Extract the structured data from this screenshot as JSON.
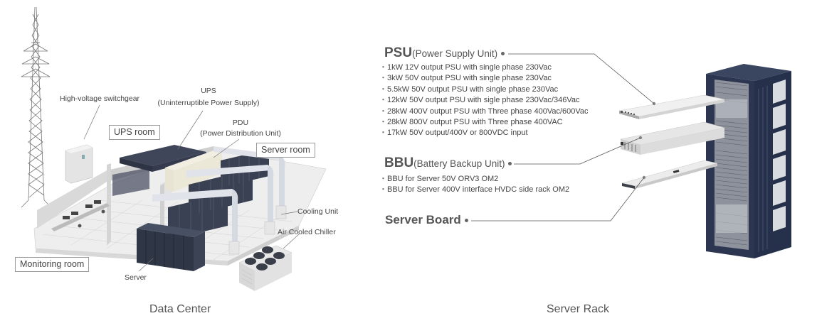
{
  "left_panel": {
    "caption": "Data Center",
    "labels": {
      "switchgear": "High-voltage switchgear",
      "ups_title": "UPS",
      "ups_sub": "(Uninterruptible Power Supply)",
      "pdu_title": "PDU",
      "pdu_sub": "(Power Distribution Unit)",
      "cooling_unit": "Cooling Unit",
      "air_chiller": "Air Cooled Chiller",
      "server": "Server"
    },
    "rooms": {
      "ups_room": "UPS room",
      "server_room": "Server room",
      "monitoring_room": "Monitoring room"
    }
  },
  "right_panel": {
    "caption": "Server Rack",
    "psu": {
      "title": "PSU",
      "subtitle": "(Power Supply Unit)",
      "items": [
        "1kW 12V output PSU with single phase 230Vac",
        "3kW 50V output PSU with single phase 230Vac",
        "5.5kW 50V output PSU with single phase 230Vac",
        "12kW 50V output PSU with sigle phase 230Vac/346Vac",
        "28kW 400V output PSU with Three phase 400Vac/600Vac",
        "28kW 800V output PSU with Three phase 400VAC",
        "17kW 50V output/400V or 800VDC input"
      ]
    },
    "bbu": {
      "title": "BBU",
      "subtitle": "(Battery Backup Unit)",
      "items": [
        "BBU for Server 50V ORV3 OM2",
        "BBU for Server 400V interface HVDC side rack OM2"
      ]
    },
    "server_board": {
      "title": "Server Board"
    }
  },
  "colors": {
    "rack_navy": "#2b3548",
    "server_dark": "#333c4c",
    "duct_light": "#dfe2e8",
    "floor_tile": "#ececec",
    "wall": "#d9d9d9",
    "leader_line": "#666666"
  }
}
